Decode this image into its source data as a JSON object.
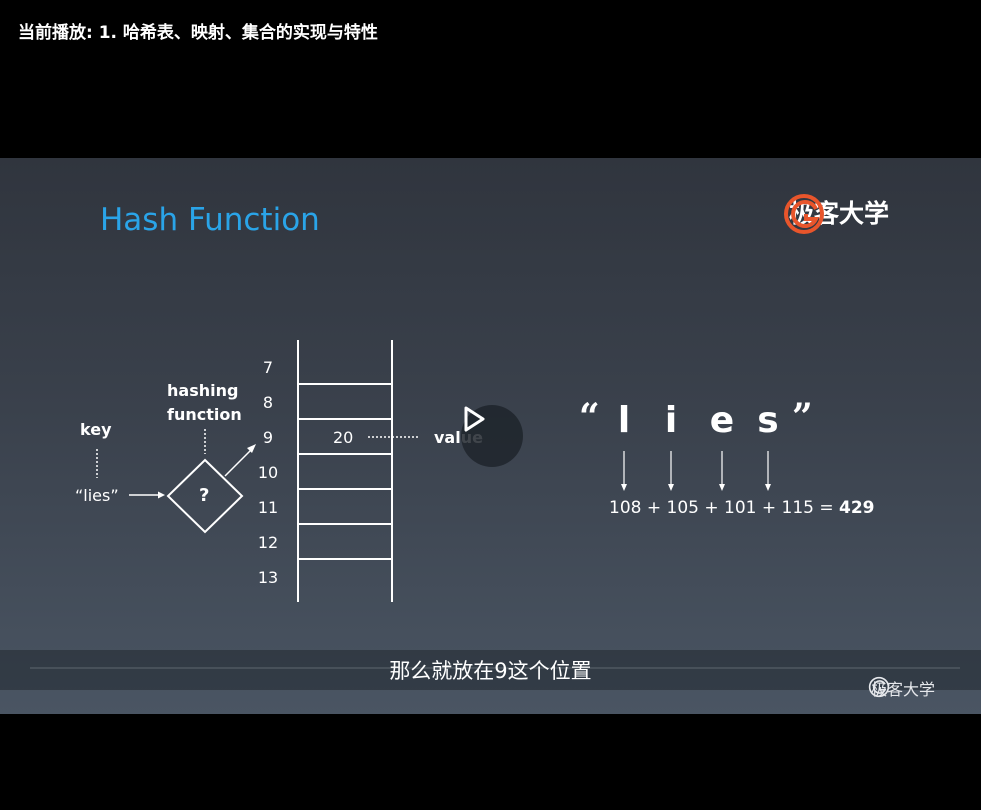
{
  "player": {
    "now_playing": "当前播放: 1. 哈希表、映射、集合的实现与特性"
  },
  "slide": {
    "title": "Hash Function",
    "brand": "极客大学",
    "key_label": "key",
    "key_value": "“lies”",
    "hash_fn_label_1": "hashing",
    "hash_fn_label_2": "function",
    "hash_fn_symbol": "?",
    "slots": [
      "7",
      "8",
      "9",
      "10",
      "11",
      "12",
      "13"
    ],
    "stored_value": "20",
    "value_label": "value",
    "open_quote": "“",
    "close_quote": "”",
    "letters": [
      "l",
      "i",
      "e",
      "s"
    ],
    "formula_terms": "108 + 105 + 101 + 115 = ",
    "formula_result": "429"
  },
  "subtitle": "那么就放在9这个位置",
  "watermark": "极客大学",
  "icons": {
    "play": "play-icon",
    "logo": "geek-logo-icon"
  },
  "colors": {
    "title": "#2aa4e8",
    "logo": "#e8552b"
  }
}
